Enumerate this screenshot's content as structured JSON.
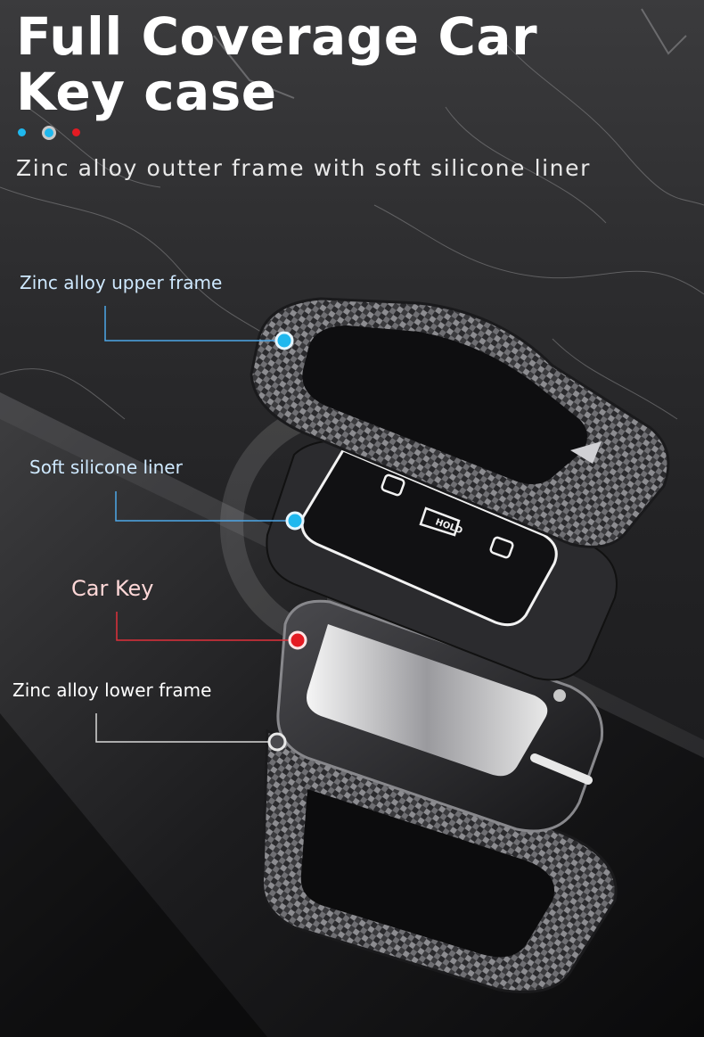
{
  "title": "Full Coverage Car Key case",
  "subtitle": "Zinc alloy outter frame with soft silicone liner",
  "colors": {
    "blue_dot": "#1fb8ee",
    "red_dot": "#e41b23",
    "grey_ring": "#c8c8c8",
    "callout_line": "#4da8e8",
    "red_line": "#e0303a"
  },
  "callouts": {
    "upper_frame": "Zinc alloy upper frame",
    "liner": "Soft silicone liner",
    "car_key": "Car Key",
    "lower_frame": "Zinc alloy lower frame"
  },
  "key_buttons": {
    "hold_label": "HOLD"
  },
  "icons": [
    "unlock-icon",
    "lock-icon",
    "trunk-icon",
    "carbon-fiber-frame",
    "watermark-logo"
  ]
}
